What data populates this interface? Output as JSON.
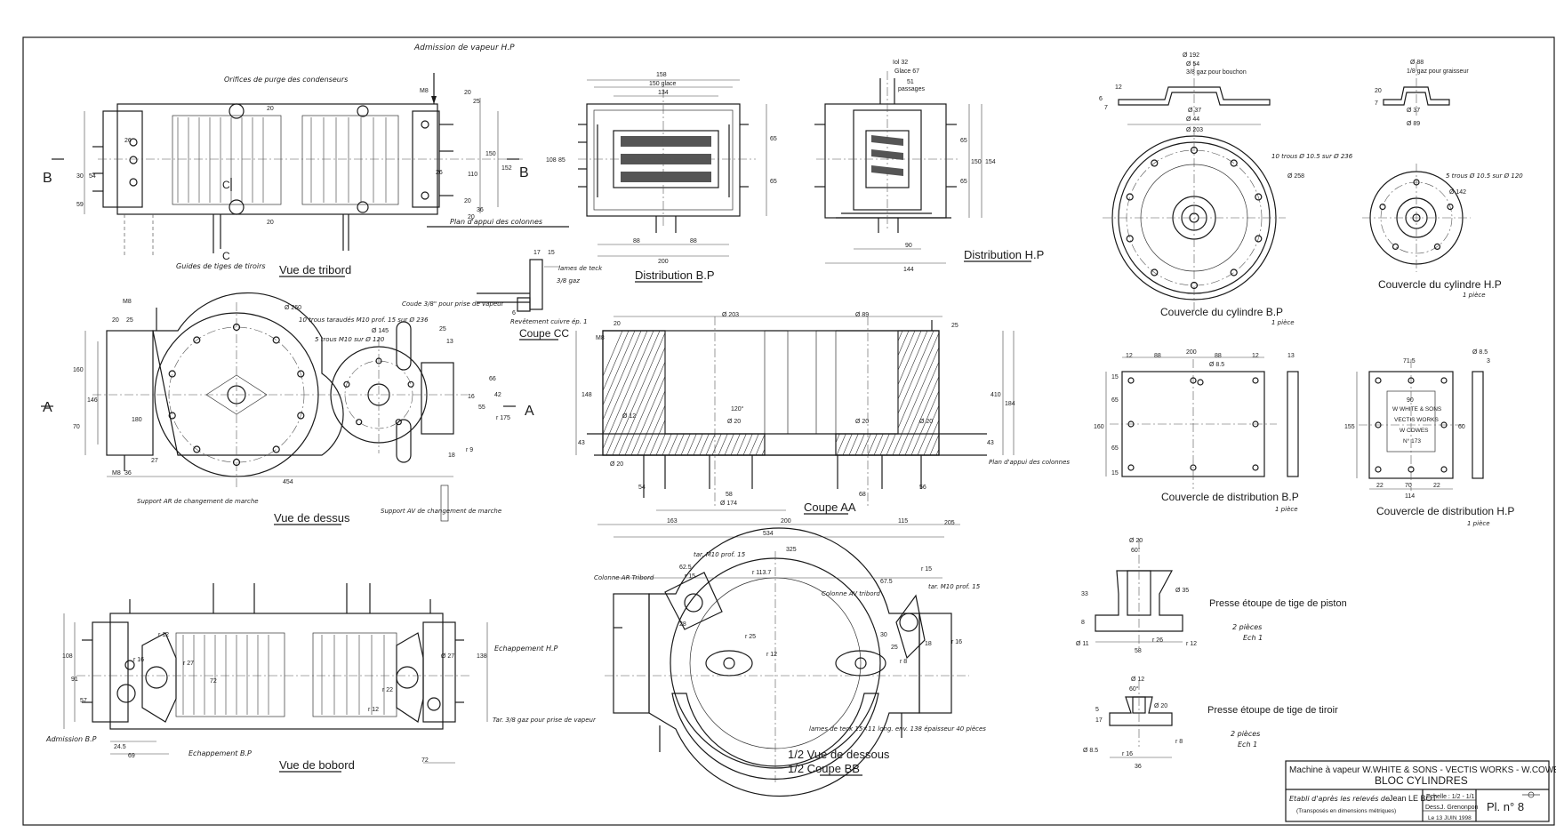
{
  "views": {
    "tribord": {
      "title": "Vue de tribord",
      "admission_hp": "Admission de vapeur H.P",
      "orifices": "Orifices de purge des condenseurs",
      "guides": "Guides de tiges de tiroirs",
      "plan_appui": "Plan d'appui des colonnes",
      "section_b": "B",
      "section_c": "C",
      "dims": [
        "M8",
        "20",
        "25",
        "150",
        "152",
        "110",
        "26",
        "20",
        "54",
        "30",
        "59",
        "26",
        "20",
        "20",
        "36",
        "20"
      ]
    },
    "distribution_bp": {
      "title": "Distribution B.P",
      "dims": [
        "158",
        "150 glace",
        "134",
        "88",
        "88",
        "200",
        "108",
        "85",
        "65",
        "65"
      ]
    },
    "distribution_hp": {
      "title": "Distribution H.P",
      "dims": [
        "Iol 32",
        "Glace 67",
        "51",
        "passages",
        "150",
        "65",
        "65",
        "90",
        "144",
        "154"
      ]
    },
    "couvercle_cyl_bp": {
      "title": "Couvercle du cylindre B.P",
      "qty": "1 pièce",
      "dims": [
        "Ø 192",
        "Ø 54",
        "3/8 gaz pour bouchon",
        "Ø 37",
        "Ø 44",
        "Ø 203",
        "10 trous Ø 10.5 sur Ø 236",
        "Ø 258",
        "6",
        "7",
        "12"
      ]
    },
    "couvercle_cyl_hp": {
      "title": "Couvercle du cylindre H.P",
      "qty": "1 pièce",
      "dims": [
        "Ø 88",
        "1/8 gaz pour graisseur",
        "Ø 37",
        "Ø 89",
        "5 trous Ø 10.5 sur Ø 120",
        "Ø 142",
        "20",
        "7"
      ]
    },
    "coupe_cc": {
      "title": "Coupe CC",
      "lames": "lames de teck",
      "gaz": "3/8 gaz",
      "revet": "Revêtement cuivre ép. 1",
      "dims": [
        "17",
        "15",
        "6"
      ]
    },
    "dessus": {
      "title": "Vue de dessus",
      "support_ar": "Support AR de changement de marche",
      "support_av": "Support AV de changement de marche",
      "trous": "10 trous taraudés M10 prof. 15 sur Ø 236",
      "trous2": "5 trous M10 sur Ø 120",
      "coude": "Coude 3/8\" pour prise de vapeur",
      "section_a": "A",
      "dims": [
        "Ø 260",
        "Ø 145",
        "M8",
        "25",
        "20",
        "180",
        "146",
        "70",
        "160",
        "454",
        "27",
        "M8",
        "36",
        "66",
        "16",
        "55",
        "42",
        "r 175",
        "r 9",
        "25",
        "18",
        "13"
      ]
    },
    "coupe_aa": {
      "title": "Coupe AA",
      "plan_appui": "Plan d'appui des colonnes",
      "dims": [
        "Ø 203",
        "Ø 89",
        "M8",
        "20",
        "25",
        "120°",
        "Ø 20",
        "Ø 12",
        "Ø 20",
        "Ø 20",
        "54",
        "58",
        "Ø 174",
        "68",
        "56",
        "205",
        "163",
        "200",
        "115",
        "534",
        "Ø 20",
        "410",
        "184",
        "148",
        "43",
        "43"
      ]
    },
    "couvercle_dist_bp": {
      "title": "Couvercle de distribution B.P",
      "qty": "1 pièce",
      "dims": [
        "200",
        "88",
        "88",
        "12",
        "12",
        "13",
        "Ø 8.5",
        "160",
        "65",
        "65",
        "15",
        "15"
      ]
    },
    "couvercle_dist_hp": {
      "title": "Couvercle de distribution H.P",
      "qty": "1 pièce",
      "plate_lines": [
        "W WHITE & SONS",
        "VECTIS WORKS",
        "W COWES",
        "N° 173"
      ],
      "dims": [
        "Ø 8.5",
        "71.5",
        "90",
        "22",
        "70",
        "22",
        "114",
        "155",
        "60",
        "3"
      ]
    },
    "bobord": {
      "title": "Vue de bobord",
      "echap_hp": "Echappement H.P",
      "echap_bp": "Echappement B.P",
      "admission_bp": "Admission B.P",
      "tar": "Tar. 3/8 gaz pour prise de vapeur",
      "dims": [
        "r 12",
        "r 27",
        "72",
        "r 22",
        "r 12",
        "Ø 27",
        "108",
        "138",
        "91",
        "57",
        "24.5",
        "69",
        "72",
        "r 16"
      ]
    },
    "vue_dessous": {
      "title_1": "1/2 Vue de dessous",
      "title_2": "1/2 Coupe BB",
      "colonne_ar": "Colonne AR Tribord",
      "colonne_av": "Colonne AV tribord",
      "lames": "lames de teck 15×11 long. env. 138 épaisseur 40 pièces",
      "tar_left": "tar. M10 prof. 15",
      "tar_right": "tar. M10 prof. 15",
      "dims": [
        "325",
        "62.5",
        "r 15",
        "r 113.7",
        "67.5",
        "r 15",
        "r 25",
        "r 12",
        "30",
        "25",
        "18",
        "r 8",
        "r 16",
        "28"
      ]
    },
    "presse_piston": {
      "title": "Presse étoupe de tige de piston",
      "qty": "2 pièces",
      "scale": "Ech 1",
      "dims": [
        "Ø 20",
        "60°",
        "33",
        "8",
        "Ø 35",
        "Ø 11",
        "r 12",
        "58",
        "r 26"
      ]
    },
    "presse_tiroir": {
      "title": "Presse étoupe de tige de tiroir",
      "qty": "2 pièces",
      "scale": "Ech 1",
      "dims": [
        "Ø 12",
        "60°",
        "Ø 20",
        "5",
        "17",
        "Ø 8.5",
        "r 8",
        "r 16",
        "36"
      ]
    }
  },
  "title_block": {
    "machine": "Machine à vapeur  W.WHITE & SONS - VECTIS WORKS - W.COWES",
    "part": "BLOC CYLINDRES",
    "etabli": "Etabli d'après les relevés de",
    "author": "Jean LE BOT",
    "transpose": "(Transposés en dimensions métriques)",
    "echelle": "Echelle : 1/2 - 1/1",
    "dess": "Dess.",
    "designer": "J. Grenonpon",
    "date": "Le 13 JUIN 1998",
    "plate": "Pl. n° 8"
  }
}
